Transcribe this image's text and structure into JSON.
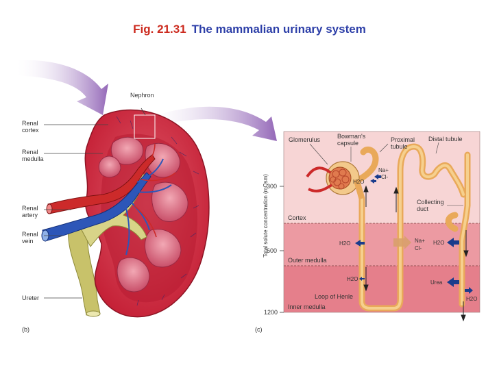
{
  "title": {
    "fig": "Fig. 21.31",
    "name": "The mammalian urinary system"
  },
  "kidney": {
    "nephron": "Nephron",
    "renal_cortex": [
      "Renal",
      "cortex"
    ],
    "renal_medulla": [
      "Renal",
      "medulla"
    ],
    "renal_artery": [
      "Renal",
      "artery"
    ],
    "renal_vein": [
      "Renal",
      "vein"
    ],
    "ureter": "Ureter",
    "panel": "(b)"
  },
  "nephron_panel": {
    "panel": "(c)",
    "ylabel": "Total solute concentration (mOsm)",
    "ticks": [
      "300",
      "600",
      "1200"
    ],
    "regions": [
      "Cortex",
      "Outer medulla",
      "Inner medulla"
    ],
    "glomerulus": "Glomerulus",
    "bowmans": [
      "Bowman's",
      "capsule"
    ],
    "proximal": [
      "Proximal",
      "tubule"
    ],
    "distal": "Distal tubule",
    "collecting": [
      "Collecting",
      "duct"
    ],
    "loop": "Loop of Henle",
    "na": "Na+",
    "cl": "Cl-",
    "h2o": "H2O",
    "urea": "Urea"
  },
  "colors": {
    "fig": "#cc2a1e",
    "title": "#2d3fa8",
    "arrow": "#1a3c8c",
    "tubule": "#f0b66a"
  }
}
